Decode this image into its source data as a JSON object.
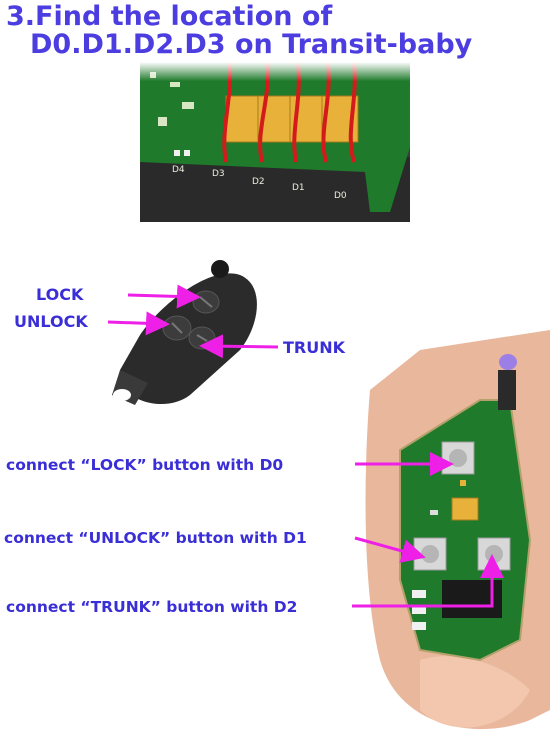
{
  "title": {
    "line1": "3.Find the location of",
    "line2": "D0.D1.D2.D3 on Transit-baby"
  },
  "pcb": {
    "labels": [
      "D4",
      "D3",
      "D2",
      "D1",
      "D0"
    ]
  },
  "key_labels": {
    "lock": "LOCK",
    "unlock": "UNLOCK",
    "trunk": "TRUNK"
  },
  "instructions": {
    "lock": "connect “LOCK” button with D0",
    "unlock": "connect “UNLOCK” button with D1",
    "trunk": "connect “TRUNK” button with D2"
  },
  "colors": {
    "title": "#4b3de0",
    "label": "#3a2ed6",
    "arrow": "#ee1fe6",
    "pcb_green": "#1f7a2c",
    "relay_yellow": "#e8b23a",
    "wire_red": "#d41a1a"
  }
}
